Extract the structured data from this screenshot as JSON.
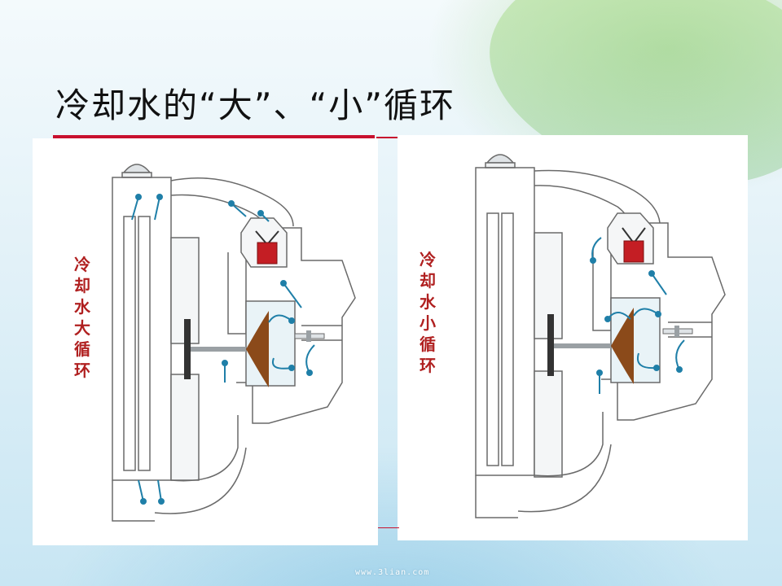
{
  "slide": {
    "title": "冷却水的“大”、“小”循环",
    "watermark": "www.3lian.com"
  },
  "diagrams": {
    "left": {
      "label": [
        "冷",
        "却",
        "水",
        "大",
        "循",
        "环"
      ]
    },
    "right": {
      "label": [
        "冷",
        "却",
        "水",
        "小",
        "循",
        "环"
      ]
    }
  },
  "colors": {
    "title_rule": "#c8102e",
    "label_text": "#b02020",
    "thermostat_valve": "#c41e24",
    "pump_impeller": "#8b4a1a",
    "flow_arrows": "#1f7fa8",
    "engine_outline": "#6a6a6a"
  }
}
